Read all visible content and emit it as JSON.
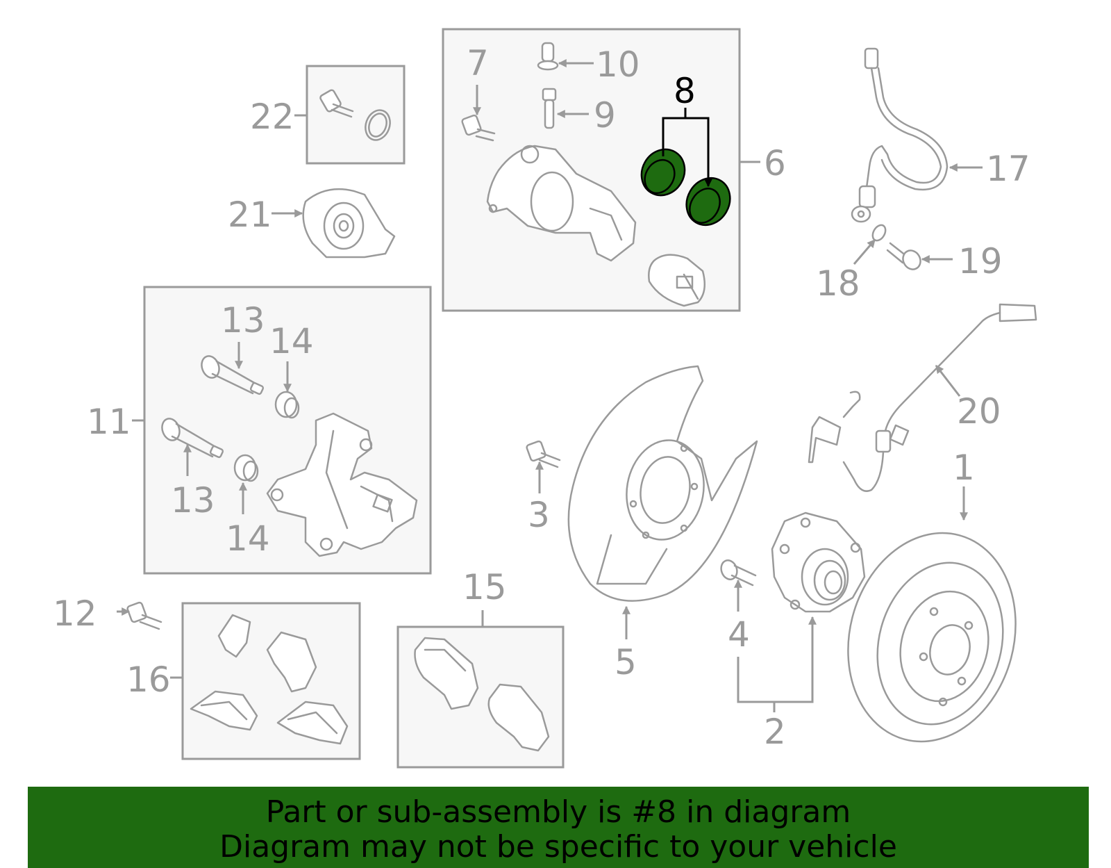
{
  "colors": {
    "accent": "#1e6b10",
    "line": "#9a9a9a",
    "highlight_text": "#000000"
  },
  "callouts": {
    "c1": "1",
    "c2": "2",
    "c3": "3",
    "c4": "4",
    "c5": "5",
    "c6": "6",
    "c7": "7",
    "c8": "8",
    "c9": "9",
    "c10": "10",
    "c11": "11",
    "c12": "12",
    "c13a": "13",
    "c13b": "13",
    "c14a": "14",
    "c14b": "14",
    "c15": "15",
    "c16": "16",
    "c17": "17",
    "c18": "18",
    "c19": "19",
    "c20": "20",
    "c21": "21",
    "c22": "22"
  },
  "highlighted_part": "8",
  "banner": {
    "line1": "Part or sub-assembly is #8 in diagram",
    "line2": "Diagram may not be specific to your vehicle"
  }
}
